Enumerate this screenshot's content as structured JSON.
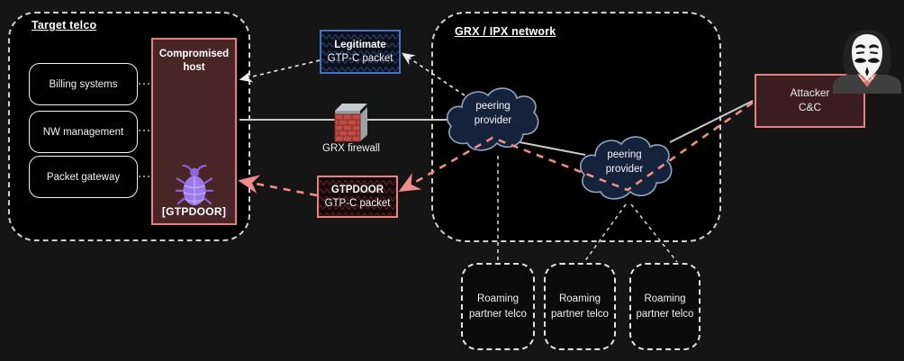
{
  "zones": {
    "target_telco": {
      "title": "Target telco"
    },
    "grx_network": {
      "title": "GRX / IPX network"
    }
  },
  "target_systems": [
    {
      "label": "Billing systems"
    },
    {
      "label": "NW management"
    },
    {
      "label": "Packet gateway"
    }
  ],
  "compromised_host": {
    "title": "Compromised host",
    "implant_label": "[GTPDOOR]"
  },
  "packets": {
    "legitimate": {
      "line1": "Legitimate",
      "line2": "GTP-C packet"
    },
    "gtpdoor": {
      "line1": "GTPDOOR",
      "line2": "GTP-C packet"
    }
  },
  "firewall": {
    "label": "GRX firewall"
  },
  "peering_providers": [
    {
      "line1": "peering",
      "line2": "provider"
    },
    {
      "line1": "peering",
      "line2": "provider"
    }
  ],
  "attacker": {
    "line1": "Attacker",
    "line2": "C&C"
  },
  "roaming_partners": [
    {
      "line1": "Roaming",
      "line2": "partner telco"
    },
    {
      "line1": "Roaming",
      "line2": "partner telco"
    },
    {
      "line1": "Roaming",
      "line2": "partner telco"
    }
  ],
  "icons": {
    "bug": "bug-icon",
    "firewall": "firewall-brick-icon",
    "attacker_mask": "anonymous-mask-icon"
  },
  "colors": {
    "background": "#151515",
    "zone_fill": "#000000",
    "zone_border": "#cfcfcf",
    "compromised_fill": "#4a2525",
    "compromised_border": "#e0837f",
    "legitimate_border": "#4472c4",
    "gtpdoor_border": "#e8837f",
    "attacker_fill": "#3b1d1f",
    "attacker_border": "#e0837f",
    "cloud_fill": "#15233a",
    "cloud_border": "#8fa7c4",
    "malicious_path": "#f28c88",
    "legitimate_path": "#ececec",
    "solid_link": "#c9c9c9",
    "bug_purple": "#9b79ea"
  }
}
